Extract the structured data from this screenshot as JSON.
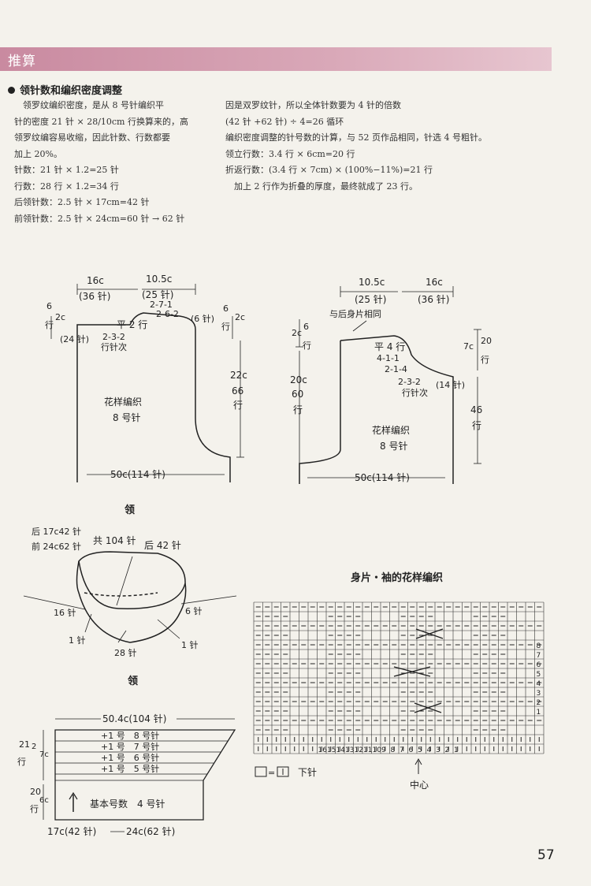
{
  "header": {
    "title": "推算"
  },
  "section": {
    "title": "领针数和编织密度调整"
  },
  "left_col": [
    "　领罗纹编织密度，是从 8 号针编织平",
    "针的密度 21 针 × 28/10cm 行换算来的，高",
    "领罗纹编容易收缩，因此针数、行数都要",
    "加上 20%。",
    "针数：21 针 × 1.2=25 针",
    "行数：28 行 × 1.2=34 行",
    "后领针数：2.5 针 × 17cm=42 针",
    "前领针数：2.5 针 × 24cm=60 针 → 62 针"
  ],
  "right_col": [
    "因是双罗纹针，所以全体针数要为 4 针的倍数",
    "(42 针 +62 针) ÷ 4=26 循环",
    "编织密度调整的针号数的计算，与 52 页作品相同，针选 4 号粗针。",
    "领立行数：3.4 行 × 6cm=20 行",
    "折返行数：(3.4 行 × 7cm) × (100%−11%)=21 行",
    "　加上 2 行作为折叠的厚度，最终就成了 23 行。"
  ],
  "back": {
    "top_left": "16c",
    "top_left_st": "(36 针)",
    "top_mid": "10.5c",
    "top_mid_st": "(25 针)",
    "dec": [
      "2-7-1",
      "2-6-2"
    ],
    "dec_st": "(6 针)",
    "left_6": "6",
    "left_hang": "行",
    "left_2c": "2c",
    "left_24": "(24 针)",
    "flat": "平 2 行",
    "dec2": "2-3-2",
    "dec2b": "行针次",
    "right_6": "6",
    "right_hang": "行",
    "right_2c": "2c",
    "side_22c": "22c",
    "side_66": "66",
    "side_hang": "行",
    "pattern": "花样编织",
    "needle": "8 号针",
    "bottom": "50c(114 针)"
  },
  "front": {
    "top_mid": "10.5c",
    "top_mid_st": "(25 针)",
    "top_right": "16c",
    "top_right_st": "(36 针)",
    "same": "与后身片相同",
    "l_2c": "2c",
    "l_6": "6",
    "l_hang": "行",
    "flat": "平 4 行",
    "dec": [
      "4-1-1",
      "2-1-4",
      "2-3-2"
    ],
    "dec_b": "行针次",
    "dec_st": "(14 针)",
    "r_7c": "7c",
    "r_20": "20",
    "r_hang": "行",
    "l_20c": "20c",
    "l_60": "60",
    "l_hang2": "行",
    "r_46": "46",
    "r_hang2": "行",
    "pattern": "花样编织",
    "needle": "8 号针",
    "bottom": "50c(114 针)"
  },
  "label_collar_1": "领",
  "collar": {
    "back_st": "后 17c42 针",
    "front_st": "前 24c62 针",
    "total": "共 104 针",
    "back42": "后 42 针",
    "l16": "16 针",
    "r6": "6 针",
    "l1": "1 针",
    "r1": "1 针",
    "b28": "28 针"
  },
  "label_collar_2": "领",
  "collar_chart": {
    "top": "50.4c(104 针)",
    "rows": [
      "+1 号　8 号针",
      "+1 号　7 号针",
      "+1 号　6 号针",
      "+1 号　5 号针"
    ],
    "base": "基本号数　4 号针",
    "l21": "21",
    "l2": "2",
    "l7c": "7c",
    "lhang": "行",
    "l20": "20",
    "l6c": "6c",
    "lhang2": "行",
    "bottom_l": "17c(42 针)",
    "bottom_r": "24c(62 针)"
  },
  "pattern_chart": {
    "title": "身片・袖的花样编织",
    "col_numbers": [
      "16",
      "15",
      "14",
      "13",
      "12",
      "11",
      "10",
      "9",
      "8",
      "7",
      "6",
      "5",
      "4",
      "3",
      "2",
      "1"
    ],
    "row_numbers": [
      "8",
      "7",
      "6",
      "5",
      "4",
      "3",
      "2",
      "1"
    ],
    "legend": "下针",
    "center": "中心"
  },
  "page_number": "57"
}
